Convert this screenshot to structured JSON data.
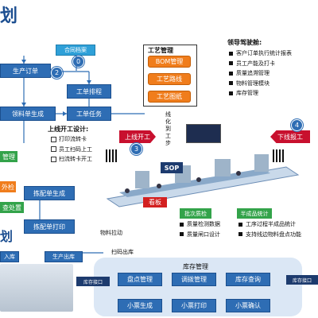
{
  "title": "划",
  "top": {
    "contract_archive": "合同档案",
    "contract_num": "0",
    "production_order": "生产订单",
    "production_order_num": "2",
    "material_note": "领料单生成",
    "work_scheduling": "工单排程",
    "work_task": "工单任务"
  },
  "process_mgmt": {
    "title": "工艺管理",
    "items": [
      "BOM管理",
      "工艺路线",
      "工艺图纸"
    ]
  },
  "leader_cockpit": {
    "title": "领导驾驶舱:",
    "items": [
      "客户订单执行统计报表",
      "员工产能及打卡",
      "质量追溯管理",
      "物料管理模块",
      "库存管理"
    ]
  },
  "online_design": {
    "title": "上线开工设计:",
    "items": [
      "打印流转卡",
      "员工扫码上工",
      "扫流转卡开工"
    ]
  },
  "vertical_text": [
    "线",
    "化",
    "到",
    "工",
    "步"
  ],
  "start_work": "上线开工",
  "start_work_num": "3",
  "offline_finish": "下线报工",
  "offline_finish_num": "4",
  "sop": "SOP",
  "kanban": "看板",
  "batch_inspection": "批次质检",
  "semi_stats": "半成品统计",
  "quality_items": [
    "质量检测数据",
    "质量闸口设计"
  ],
  "semi_items": [
    "工序过程半成品统计",
    "支持线边物料盘点功能"
  ],
  "material_pull": "物料拉动",
  "left_tags": [
    "管理",
    "外检",
    "查处置"
  ],
  "picking_gen": "拣配单生成",
  "picking_print": "拣配单打印",
  "scan_out": "扫码出库",
  "in_stock": "入库",
  "prod_out": "生产出库",
  "left_big": "划",
  "warehouse": {
    "title": "库存管理",
    "items": [
      "盘点管理",
      "调拨管理",
      "库存查询"
    ],
    "bottom": [
      "小票生成",
      "小票打印",
      "小票确认"
    ],
    "left_port": "库存接口",
    "right_port": "库存接口"
  }
}
